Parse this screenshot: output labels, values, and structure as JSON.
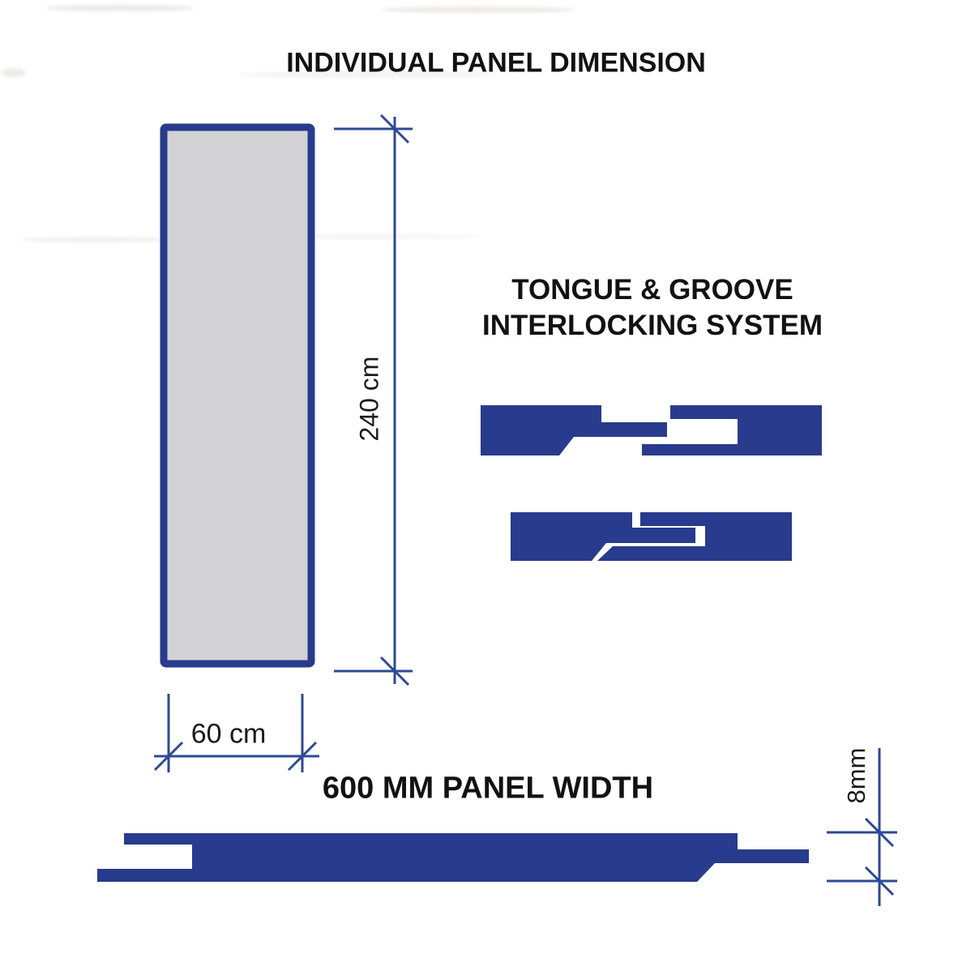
{
  "diagram": {
    "panel_dimension": {
      "title": "INDIVIDUAL PANEL DIMENSION",
      "height_label": "240 cm",
      "width_label": "60 cm"
    },
    "tongue_groove": {
      "title_line1": "TONGUE & GROOVE",
      "title_line2": "INTERLOCKING SYSTEM"
    },
    "panel_width": {
      "label": "600 MM PANEL WIDTH",
      "thickness_label": "8mm"
    }
  },
  "colors": {
    "panel_outline": "#283B8C",
    "panel_fill": "#D2D2D4",
    "profile_fill": "#283B8C",
    "dimension_line": "#2C4A94",
    "text": "#141414",
    "background": "#FFFFFF"
  }
}
